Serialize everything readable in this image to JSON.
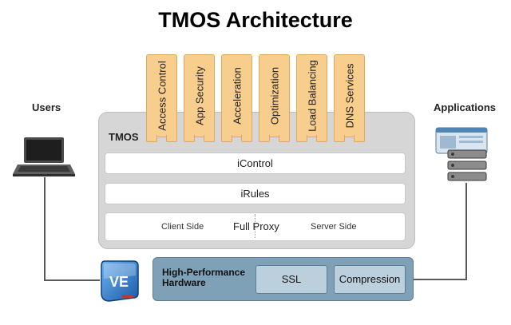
{
  "title": "TMOS Architecture",
  "users_label": "Users",
  "applications_label": "Applications",
  "tmos_label": "TMOS",
  "modules": [
    {
      "label": "Access Control"
    },
    {
      "label": "App Security"
    },
    {
      "label": "Acceleration"
    },
    {
      "label": "Optimization"
    },
    {
      "label": "Load Balancing"
    },
    {
      "label": "DNS Services"
    }
  ],
  "layers": {
    "icontrol": "iControl",
    "irules": "iRules",
    "full_proxy": "Full Proxy",
    "client_side": "Client Side",
    "server_side": "Server Side"
  },
  "hardware": {
    "label_line1": "High-Performance",
    "label_line2": "Hardware",
    "ssl": "SSL",
    "compression": "Compression",
    "ve_badge": "VE"
  },
  "colors": {
    "module_fill": "#f8ce8e",
    "tmos_panel": "#d6d6d6",
    "hardware_panel": "#7ea1b8",
    "ve_badge": "#1f6fc0"
  },
  "icons": {
    "users": "laptop-icon",
    "applications": "server-stack-icon",
    "ve": "ve-badge-icon"
  }
}
